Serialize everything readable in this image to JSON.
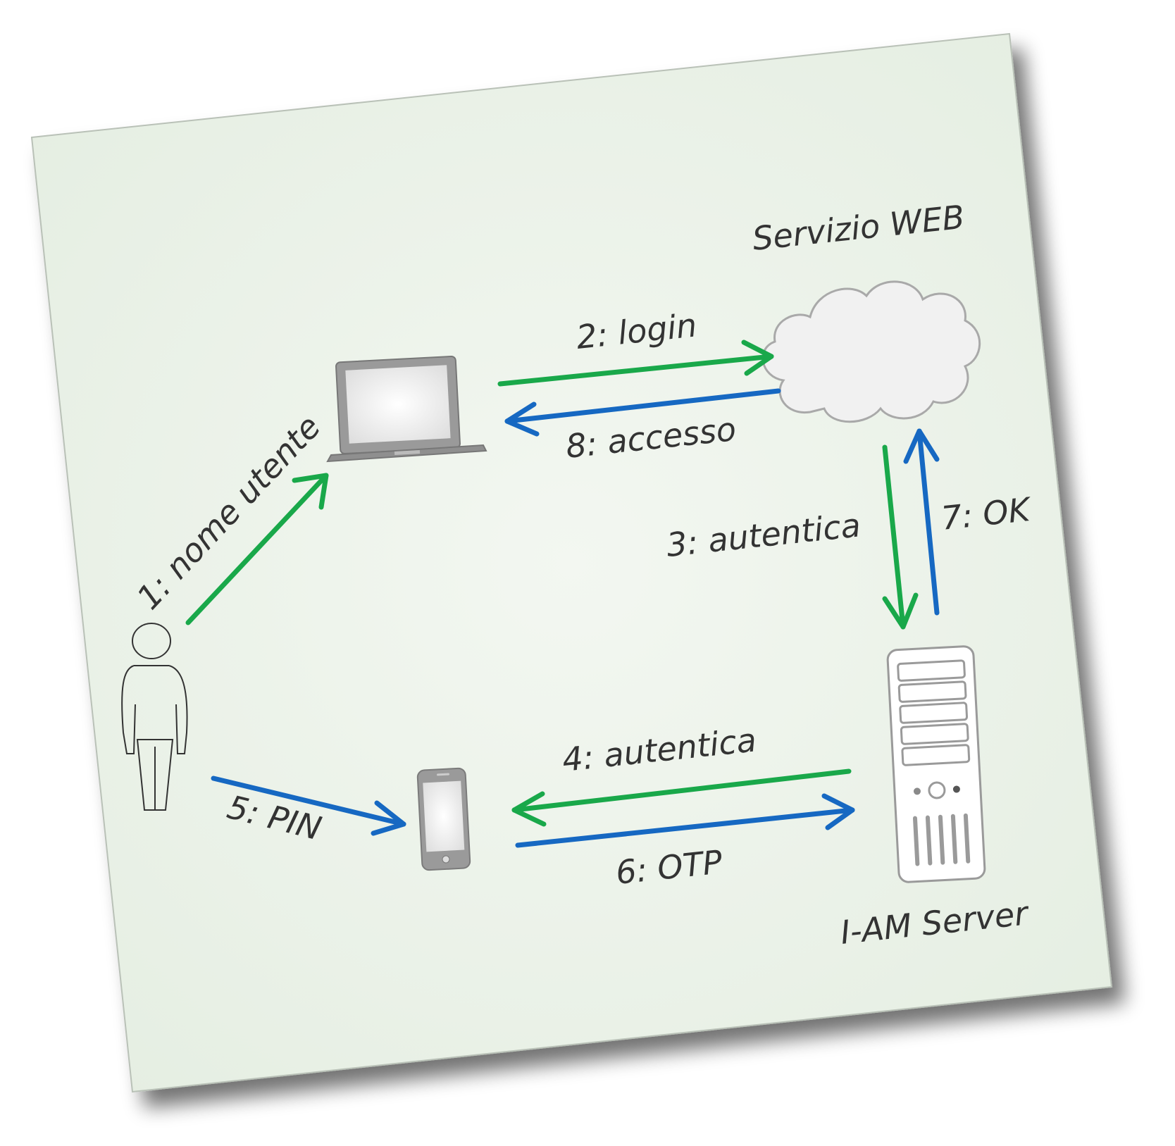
{
  "colors": {
    "card": "#ebf3e8",
    "green": "#19a84a",
    "blue": "#1668c2",
    "ink": "#333333"
  },
  "nodes": {
    "cloud": {
      "label": "Servizio WEB",
      "icon": "cloud-icon"
    },
    "server": {
      "label": "I-AM Server",
      "icon": "server-tower-icon"
    },
    "laptop": {
      "icon": "laptop-icon"
    },
    "phone": {
      "icon": "smartphone-icon"
    },
    "user": {
      "icon": "person-icon"
    }
  },
  "steps": {
    "s1": {
      "label": "1: nome utente",
      "color": "green"
    },
    "s2": {
      "label": "2: login",
      "color": "green"
    },
    "s3": {
      "label": "3: autentica",
      "color": "green"
    },
    "s4": {
      "label": "4: autentica",
      "color": "green"
    },
    "s5": {
      "label": "5: PIN",
      "color": "blue"
    },
    "s6": {
      "label": "6: OTP",
      "color": "blue"
    },
    "s7": {
      "label": "7: OK",
      "color": "blue"
    },
    "s8": {
      "label": "8: accesso",
      "color": "blue"
    }
  }
}
